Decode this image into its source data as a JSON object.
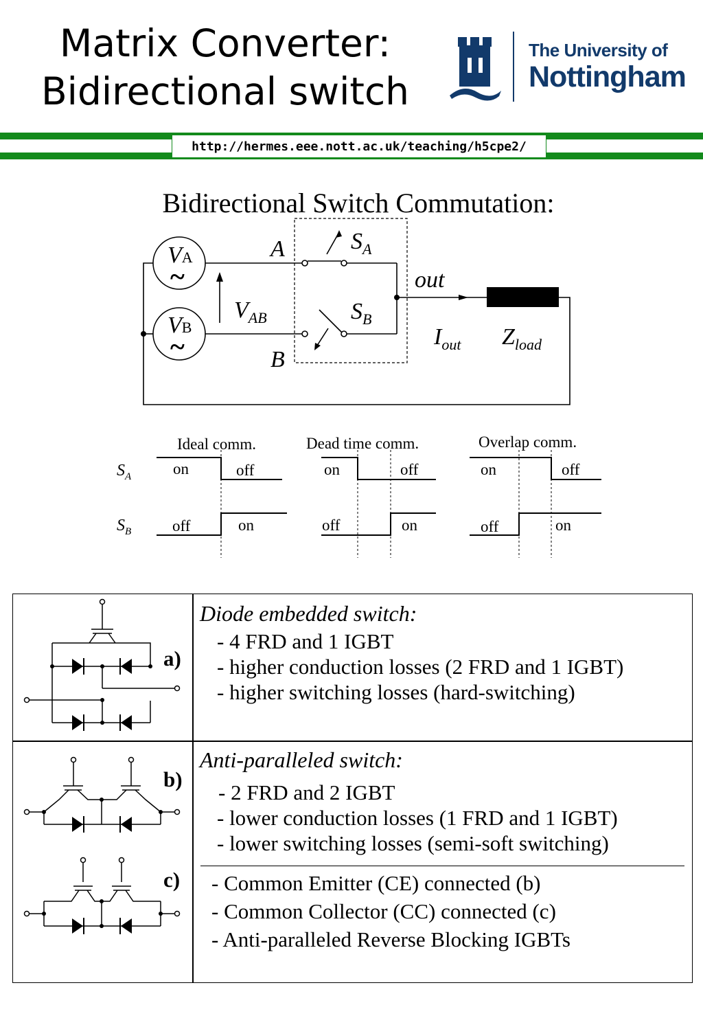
{
  "header": {
    "title_line1": "Matrix Converter:",
    "title_line2": "Bidirectional switch",
    "university_line1": "The University of",
    "university_line2": "Nottingham",
    "url": "http://hermes.eee.nott.ac.uk/teaching/h5cpe2/"
  },
  "colors": {
    "brand_green": "#138a1c",
    "brand_blue": "#123a6b"
  },
  "commutation": {
    "heading": "Bidirectional Switch Commutation:",
    "labels": {
      "v": "V",
      "a_sub": "A",
      "b_sub": "B",
      "tilde": "~",
      "node_a": "A",
      "node_b": "B",
      "s": "S",
      "vab_sub": "AB",
      "out": "out",
      "i": "I",
      "iout_sub": "out",
      "z": "Z",
      "zload_sub": "load"
    },
    "timing": {
      "ideal_title": "Ideal comm.",
      "dead_title": "Dead time comm.",
      "overlap_title": "Overlap comm.",
      "on": "on",
      "off": "off"
    }
  },
  "table": {
    "labels": {
      "a": "a)",
      "b": "b)",
      "c": "c)"
    },
    "diode_embedded": {
      "title": "Diode embedded switch:",
      "items": [
        "-  4 FRD and 1 IGBT",
        "-  higher conduction losses (2 FRD and 1 IGBT)",
        "-  higher switching losses (hard-switching)"
      ]
    },
    "anti_paralleled": {
      "title": "Anti-paralleled switch:",
      "items": [
        "-  2 FRD and 2 IGBT",
        "-  lower conduction losses (1 FRD and 1 IGBT)",
        "-  lower switching losses (semi-soft switching)"
      ]
    },
    "connections": [
      "- Common Emitter (CE) connected (b)",
      "- Common Collector (CC) connected (c)",
      "- Anti-paralleled Reverse Blocking IGBTs"
    ]
  }
}
